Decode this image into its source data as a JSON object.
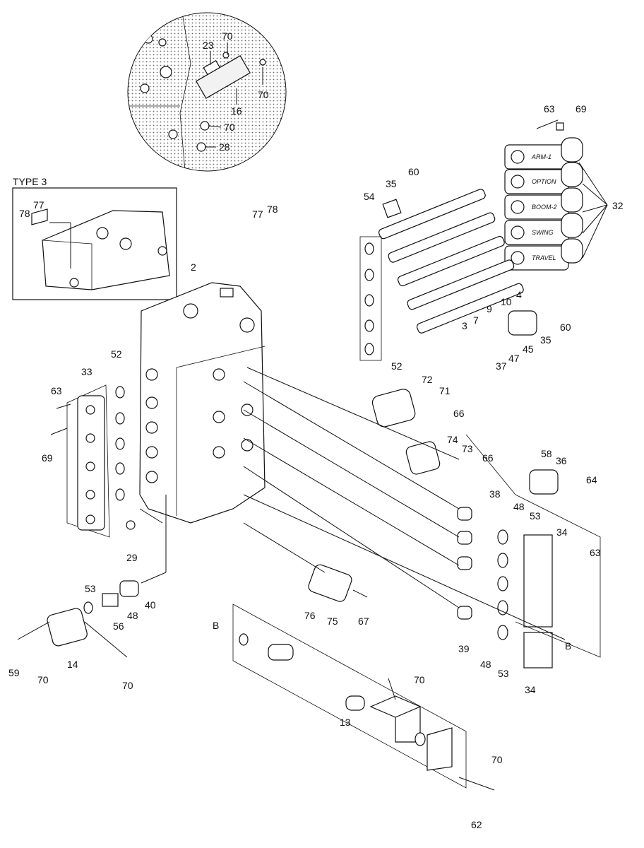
{
  "diagram": {
    "type_box_title": "TYPE 3",
    "solenoid_labels": [
      "ARM-1",
      "OPTION",
      "BOOM-2",
      "SWING",
      "TRAVEL"
    ],
    "callouts": {
      "c_70a": "70",
      "c_23": "23",
      "c_70b": "70",
      "c_16": "16",
      "c_70c": "70",
      "c_28": "28",
      "c_63a": "63",
      "c_69a": "69",
      "c_32": "32",
      "c_60a": "60",
      "c_35a": "35",
      "c_54": "54",
      "c_77a": "77",
      "c_78a": "78",
      "c_77b": "77",
      "c_78b": "78",
      "c_2": "2",
      "c_4": "4",
      "c_10": "10",
      "c_9": "9",
      "c_7": "7",
      "c_3": "3",
      "c_60b": "60",
      "c_35b": "35",
      "c_45": "45",
      "c_47": "47",
      "c_37": "37",
      "c_52a": "52",
      "c_52b": "52",
      "c_33": "33",
      "c_63b": "63",
      "c_69b": "69",
      "c_72": "72",
      "c_71": "71",
      "c_66a": "66",
      "c_74": "74",
      "c_73": "73",
      "c_66b": "66",
      "c_58": "58",
      "c_36": "36",
      "c_64": "64",
      "c_38": "38",
      "c_48a": "48",
      "c_53a": "53",
      "c_34a": "34",
      "c_63c": "63",
      "c_29": "29",
      "c_53b": "53",
      "c_48b": "48",
      "c_40": "40",
      "c_56": "56",
      "c_59": "59",
      "c_14": "14",
      "c_70d": "70",
      "c_70e": "70",
      "c_76": "76",
      "c_75": "75",
      "c_67": "67",
      "c_Ba": "B",
      "c_Bb": "B",
      "c_39": "39",
      "c_48c": "48",
      "c_53c": "53",
      "c_34b": "34",
      "c_70f": "70",
      "c_13": "13",
      "c_70g": "70",
      "c_62": "62"
    }
  }
}
